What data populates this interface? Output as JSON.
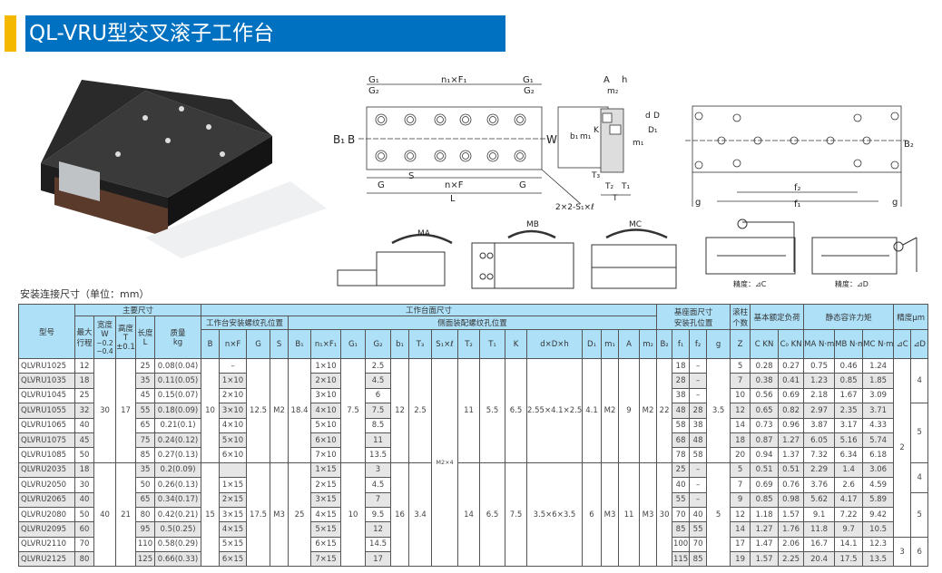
{
  "title": "QL-VRU型交叉滚子工作台",
  "unit_note": "安装连接尺寸（单位：mm）",
  "drawing_labels": {
    "G1": "G₁",
    "n1F1": "n₁×F₁",
    "G2": "G₂",
    "B1": "B₁",
    "B": "B",
    "W": "W",
    "S": "S",
    "G": "G",
    "nF": "n×F",
    "L": "L",
    "S1l": "2×2-S₁×ℓ",
    "A": "A",
    "h": "h",
    "m2": "m₂",
    "d": "d",
    "D": "D",
    "D1": "D₁",
    "b1": "b₁",
    "m1": "m₁",
    "K": "K",
    "T3": "T₃",
    "T2": "T₂",
    "T1": "T₁",
    "T": "T",
    "B2": "B₂",
    "f2": "f₂",
    "f1": "f₁",
    "g": "g",
    "MA": "MA",
    "MB": "MB",
    "MC": "MC",
    "accC": "精度：⊿C",
    "accD": "精度：⊿D"
  },
  "header": {
    "model": "型号",
    "main_dims": "主要尺寸",
    "table_dims": "工作台面尺寸",
    "base_dims_1": "基座面尺寸",
    "base_dims_2": "安装孔位置",
    "roller_count_1": "滚柱",
    "roller_count_2": "个数",
    "rated_load": "基本额定负荷",
    "static_moment": "静态容许力矩",
    "accuracy": "精度μm",
    "stroke_1": "最大",
    "stroke_2": "行程",
    "width_1": "宽度",
    "width_2": "W",
    "width_3": "−0.2",
    "width_4": "−0.4",
    "height_1": "高度",
    "height_2": "T",
    "height_3": "±0.1",
    "length_1": "长度",
    "length_2": "L",
    "mass_1": "质量",
    "mass_2": "kg",
    "table_mount": "工作台安装螺纹孔位置",
    "side_mount": "侧面装配螺纹孔位置",
    "cols": [
      "B",
      "n×F",
      "G",
      "S",
      "B₁",
      "n₁×F₁",
      "G₁",
      "G₂",
      "b₁",
      "T₃",
      "S₁×ℓ",
      "T₂",
      "T₁",
      "K",
      "d×D×h",
      "D₁",
      "m₁",
      "A",
      "m₂",
      "B₂",
      "f₁",
      "f₂",
      "g",
      "Z",
      "C KN",
      "C₀ KN",
      "MA N·m",
      "MB N·m",
      "MC N·m",
      "⊿C",
      "⊿D"
    ]
  },
  "rows": [
    {
      "model": "QLVRU1025",
      "stroke": "12",
      "L": "25",
      "kg": "0.08(0.04)",
      "nF": "–",
      "n1F1": "1×10",
      "G2": "2.5",
      "f1": "18",
      "f2": "–",
      "Z": "5",
      "C": "0.28",
      "C0": "0.27",
      "MA": "0.75",
      "MB": "0.46",
      "MC": "1.24"
    },
    {
      "model": "QLVRU1035",
      "stroke": "18",
      "L": "35",
      "kg": "0.11(0.05)",
      "nF": "1×10",
      "n1F1": "2×10",
      "G2": "4.5",
      "f1": "28",
      "f2": "–",
      "Z": "7",
      "C": "0.38",
      "C0": "0.41",
      "MA": "1.23",
      "MB": "0.85",
      "MC": "1.85"
    },
    {
      "model": "QLVRU1045",
      "stroke": "25",
      "L": "45",
      "kg": "0.15(0.07)",
      "nF": "2×10",
      "n1F1": "3×10",
      "G2": "6",
      "f1": "38",
      "f2": "–",
      "Z": "10",
      "C": "0.56",
      "C0": "0.69",
      "MA": "2.18",
      "MB": "1.67",
      "MC": "3.09"
    },
    {
      "model": "QLVRU1055",
      "stroke": "32",
      "L": "55",
      "kg": "0.18(0.09)",
      "nF": "3×10",
      "n1F1": "4×10",
      "G2": "7.5",
      "f1": "48",
      "f2": "28",
      "Z": "12",
      "C": "0.65",
      "C0": "0.82",
      "MA": "2.97",
      "MB": "2.35",
      "MC": "3.71"
    },
    {
      "model": "QLVRU1065",
      "stroke": "40",
      "L": "65",
      "kg": "0.21(0.1)",
      "nF": "4×10",
      "n1F1": "5×10",
      "G2": "8.5",
      "f1": "58",
      "f2": "38",
      "Z": "14",
      "C": "0.73",
      "C0": "0.96",
      "MA": "3.87",
      "MB": "3.17",
      "MC": "4.33"
    },
    {
      "model": "QLVRU1075",
      "stroke": "45",
      "L": "75",
      "kg": "0.24(0.12)",
      "nF": "5×10",
      "n1F1": "6×10",
      "G2": "11",
      "f1": "68",
      "f2": "48",
      "Z": "18",
      "C": "0.87",
      "C0": "1.27",
      "MA": "6.05",
      "MB": "5.16",
      "MC": "5.74"
    },
    {
      "model": "QLVRU1085",
      "stroke": "50",
      "L": "85",
      "kg": "0.27(0.13)",
      "nF": "6×10",
      "n1F1": "7×10",
      "G2": "13.5",
      "f1": "78",
      "f2": "58",
      "Z": "20",
      "C": "0.94",
      "C0": "1.37",
      "MA": "7.32",
      "MB": "6.34",
      "MC": "6.18"
    },
    {
      "model": "QLVRU2035",
      "stroke": "18",
      "L": "35",
      "kg": "0.2(0.09)",
      "nF": "",
      "n1F1": "1×15",
      "G2": "3",
      "f1": "25",
      "f2": "–",
      "Z": "5",
      "C": "0.51",
      "C0": "0.51",
      "MA": "2.29",
      "MB": "1.4",
      "MC": "3.06"
    },
    {
      "model": "QLVRU2050",
      "stroke": "30",
      "L": "50",
      "kg": "0.26(0.13)",
      "nF": "1×15",
      "n1F1": "2×15",
      "G2": "4.5",
      "f1": "40",
      "f2": "–",
      "Z": "7",
      "C": "0.69",
      "C0": "0.76",
      "MA": "3.76",
      "MB": "2.6",
      "MC": "4.59"
    },
    {
      "model": "QLVRU2065",
      "stroke": "40",
      "L": "65",
      "kg": "0.34(0.17)",
      "nF": "2×15",
      "n1F1": "3×15",
      "G2": "7",
      "f1": "55",
      "f2": "–",
      "Z": "9",
      "C": "0.85",
      "C0": "0.98",
      "MA": "5.62",
      "MB": "4.17",
      "MC": "5.89"
    },
    {
      "model": "QLVRU2080",
      "stroke": "50",
      "L": "80",
      "kg": "0.42(0.21)",
      "nF": "3×15",
      "n1F1": "4×15",
      "G2": "9.5",
      "f1": "70",
      "f2": "40",
      "Z": "12",
      "C": "1.18",
      "C0": "1.57",
      "MA": "9.1",
      "MB": "7.22",
      "MC": "9.42"
    },
    {
      "model": "QLVRU2095",
      "stroke": "60",
      "L": "95",
      "kg": "0.5(0.25)",
      "nF": "4×15",
      "n1F1": "5×15",
      "G2": "12",
      "f1": "85",
      "f2": "55",
      "Z": "14",
      "C": "1.27",
      "C0": "1.76",
      "MA": "11.8",
      "MB": "9.7",
      "MC": "10.5"
    },
    {
      "model": "QLVRU2110",
      "stroke": "70",
      "L": "110",
      "kg": "0.58(0.29)",
      "nF": "5×15",
      "n1F1": "6×15",
      "G2": "14.5",
      "f1": "100",
      "f2": "70",
      "Z": "17",
      "C": "1.47",
      "C0": "2.06",
      "MA": "16.7",
      "MB": "14.1",
      "MC": "12.3"
    },
    {
      "model": "QLVRU2125",
      "stroke": "80",
      "L": "125",
      "kg": "0.66(0.33)",
      "nF": "6×15",
      "n1F1": "7×15",
      "G2": "17",
      "f1": "115",
      "f2": "85",
      "Z": "19",
      "C": "1.57",
      "C0": "2.25",
      "MA": "20.4",
      "MB": "17.5",
      "MC": "13.5"
    }
  ],
  "groups": [
    {
      "W": "30",
      "T": "17",
      "B": "10",
      "G": "12.5",
      "S": "M2",
      "B1": "18.4",
      "G1": "7.5",
      "b1": "12",
      "T3": "2.5",
      "T2": "11",
      "T1": "5.5",
      "K": "6.5",
      "dDh": "2.55×4.1×2.5",
      "D1": "4.1",
      "m1": "M2",
      "A": "9",
      "m2": "M2",
      "B2": "22",
      "g": "3.5"
    },
    {
      "W": "40",
      "T": "21",
      "B": "15",
      "G": "17.5",
      "S": "M3",
      "B1": "25",
      "G1": "10",
      "b1": "16",
      "T3": "3.4",
      "T2": "14",
      "T1": "6.5",
      "K": "7.5",
      "dDh": "3.5×6×3.5",
      "D1": "6",
      "m1": "M3",
      "A": "11",
      "m2": "M3",
      "B2": "30",
      "g": "5"
    }
  ],
  "S1l_all": "M2×4",
  "accC": [
    {
      "v": "2",
      "span": 12
    },
    {
      "v": "3",
      "span": 2
    }
  ],
  "accD": [
    {
      "v": "4",
      "span": 3
    },
    {
      "v": "5",
      "span": 4
    },
    {
      "v": "4",
      "span": 2
    },
    {
      "v": "5",
      "span": 3
    },
    {
      "v": "6",
      "span": 2
    }
  ]
}
